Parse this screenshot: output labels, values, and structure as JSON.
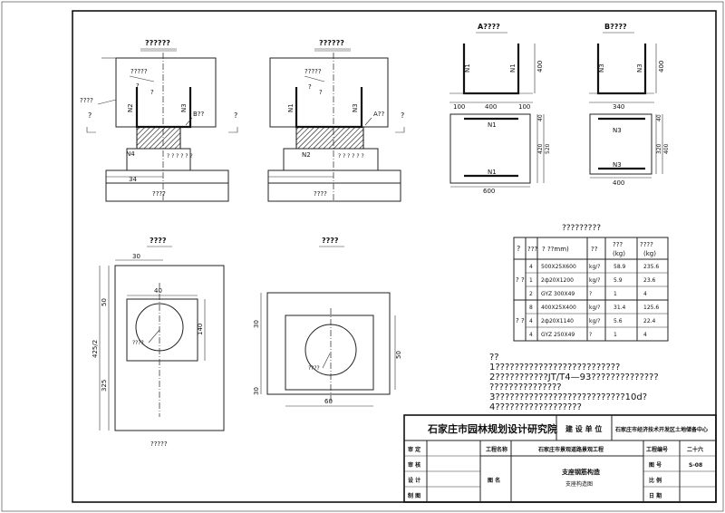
{
  "views": {
    "view1": {
      "title": "??????",
      "callout": "?????",
      "label_left": "????",
      "section_mark": "?",
      "n2": "N2",
      "n3": "N3",
      "n4": "N4",
      "bx": "B??",
      "marks": "? ? ? ? ? ?",
      "dim": "34",
      "base": "????"
    },
    "view2": {
      "title": "??????",
      "callout": "?????",
      "n1": "N1",
      "n3": "N3",
      "n2": "N2",
      "ax": "A??",
      "marks": "? ? ? ? ? ?",
      "section_mark": "?",
      "base": "????"
    },
    "viewA": {
      "title": "A????",
      "n1": "N1",
      "dim_height": "400",
      "dim_left": "100",
      "dim_mid": "400",
      "dim_right": "100",
      "dim_side1": "40",
      "dim_side2": "420",
      "dim_side3": "520",
      "dim_bottom": "600"
    },
    "viewB": {
      "title": "B????",
      "n3": "N3",
      "dim_height": "400",
      "dim_top": "340",
      "dim_s1": "40",
      "dim_s2": "320",
      "dim_s3": "400",
      "dim_bottom": "400"
    },
    "plan1": {
      "title": "????",
      "dim_top": "30",
      "dim_inner": "40",
      "dim_left1": "50",
      "dim_left2": "425/2",
      "dim_left3": "325",
      "dim_right": "140",
      "callout": "????",
      "bottom": "?????"
    },
    "plan2": {
      "title": "????",
      "dim_left1": "30",
      "dim_left2": "30",
      "dim_right": "50",
      "dim_bottom": "60",
      "callout": "????"
    }
  },
  "table": {
    "title": "?????????",
    "headers": [
      "?",
      "???",
      "? ??mm)",
      "??",
      "???\n(kg)",
      "????\n(kg)"
    ],
    "group_labels": [
      "? ?",
      "? ?"
    ],
    "rows": [
      {
        "no": "4",
        "spec": "500X25X600",
        "unit": "kg/?",
        "unit_w": "58.9",
        "total": "235.6"
      },
      {
        "no": "1",
        "spec": "2ф20X1200",
        "unit": "kg/?",
        "unit_w": "5.9",
        "total": "23.6"
      },
      {
        "no": "2",
        "spec": "GYZ 300X49",
        "unit": "?",
        "unit_w": "1",
        "total": "4"
      },
      {
        "no": "8",
        "spec": "400X25X400",
        "unit": "kg/?",
        "unit_w": "31.4",
        "total": "125.6"
      },
      {
        "no": "4",
        "spec": "2ф20X1140",
        "unit": "kg/?",
        "unit_w": "5.6",
        "total": "22.4"
      },
      {
        "no": "4",
        "spec": "GYZ 250X49",
        "unit": "?",
        "unit_w": "1",
        "total": "4"
      }
    ]
  },
  "notes": {
    "heading": "??",
    "lines": [
      "1??????????????????????????",
      "2???????????JT/T4—93??????????????",
      "     ???????????????",
      "3???????????????????????????10d?",
      "4??????????????????"
    ]
  },
  "title_block": {
    "institute": "石家庄市园林规划设计研究院",
    "builder_label": "建 设 单 位",
    "builder": "石家庄市经济技术开发区土地储备中心",
    "roles": [
      "审 定",
      "审 核",
      "设 计",
      "制 图"
    ],
    "project_label": "工程名称",
    "project_name": "石家庄市景观道路景观工程",
    "drawing_label": "图 名",
    "drawing_title": "支座钢筋构造",
    "drawing_subtitle": "支座构造图",
    "right_labels": [
      "工程编号",
      "图 号",
      "比 例",
      "日 期"
    ],
    "right_values": [
      "二十六",
      "S-08",
      "",
      ""
    ]
  }
}
